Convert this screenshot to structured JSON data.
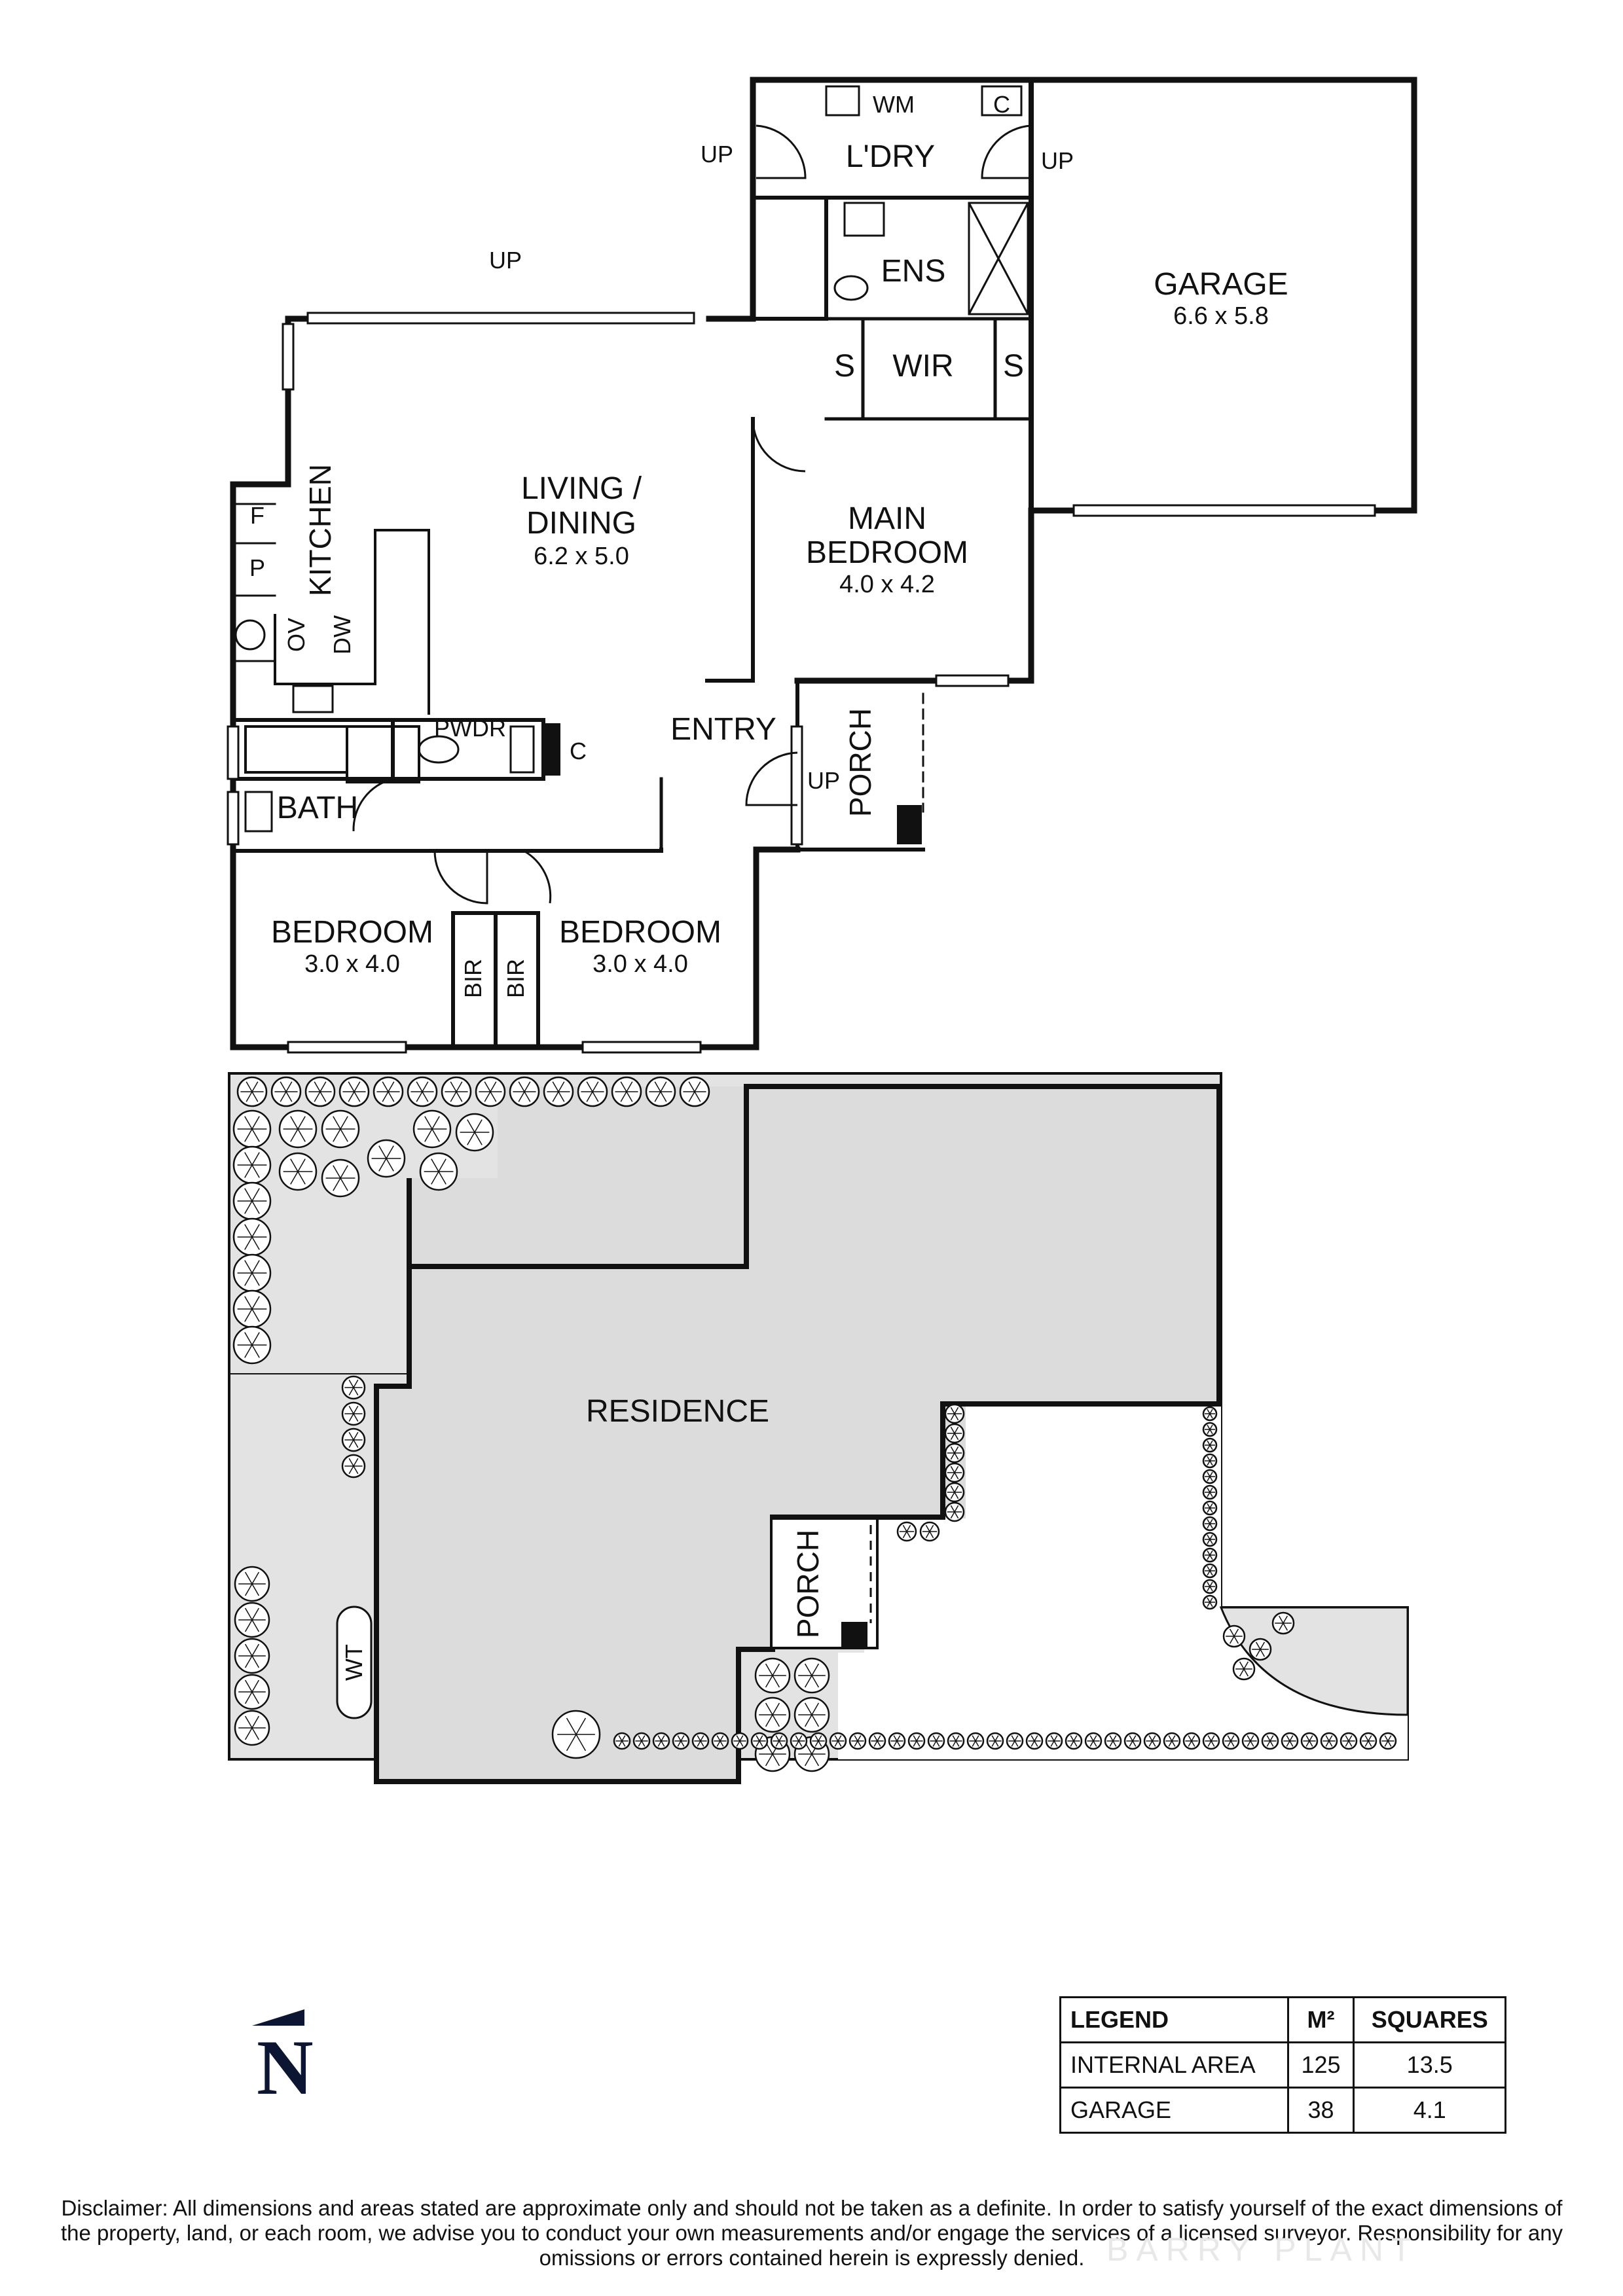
{
  "floor_plan": {
    "rooms": {
      "laundry": "L'DRY",
      "wm": "WM",
      "cupboard_laundry": "C",
      "up_laundry_left": "UP",
      "up_laundry_right": "UP",
      "ensuite": "ENS",
      "wir": "WIR",
      "s_left": "S",
      "s_right": "S",
      "garage": "GARAGE",
      "garage_dim": "6.6 x 5.8",
      "up_living": "UP",
      "living_line1": "LIVING /",
      "living_line2": "DINING",
      "living_dim": "6.2 x 5.0",
      "kitchen": "KITCHEN",
      "fridge": "F",
      "pantry": "P",
      "oven": "OV",
      "dishwasher": "DW",
      "main_bed_line1": "MAIN",
      "main_bed_line2": "BEDROOM",
      "main_bed_dim": "4.0 x 4.2",
      "entry": "ENTRY",
      "up_entry": "UP",
      "porch": "PORCH",
      "powder": "PWDR",
      "cupboard_hall": "C",
      "bath": "BATH",
      "bedroom_left": "BEDROOM",
      "bedroom_left_dim": "3.0 x 4.0",
      "bedroom_right": "BEDROOM",
      "bedroom_right_dim": "3.0 x 4.0",
      "bir_left": "BIR",
      "bir_right": "BIR"
    },
    "site": {
      "residence": "RESIDENCE",
      "porch": "PORCH",
      "wt": "WT"
    }
  },
  "legend": {
    "headers": [
      "LEGEND",
      "M²",
      "SQUARES"
    ],
    "rows": [
      [
        "INTERNAL AREA",
        "125",
        "13.5"
      ],
      [
        "GARAGE",
        "38",
        "4.1"
      ]
    ]
  },
  "compass": "N",
  "disclaimer": "Disclaimer: All dimensions and areas stated are approximate only and should not be taken as a definite. In order to satisfy yourself of the exact dimensions of the property, land, or each room, we advise you to conduct your own measurements and/or engage the services of a licensed surveyor. Responsibility for any omissions or errors contained herein is expressly denied.",
  "watermark": "BARRY PLANT",
  "colors": {
    "wall": "#111111",
    "site_fill": "#e3e3e3",
    "north": "#0c1633"
  }
}
